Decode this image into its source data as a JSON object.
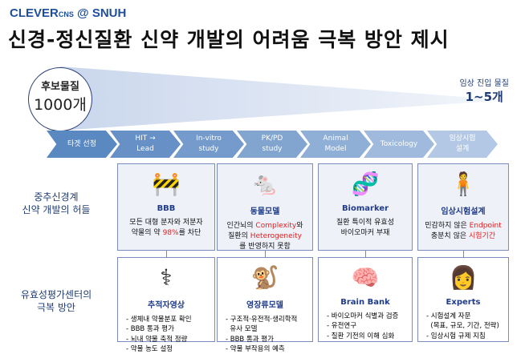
{
  "logo": {
    "brand": "CLEVER",
    "sub": "CNS",
    "rest": " @ SNUH"
  },
  "title": "신경-정신질환 신약 개발의 어려움 극복 방안 제시",
  "funnel": {
    "start_label": "후보물질",
    "start_count": "1000개",
    "end_label": "임상 진입 물질",
    "end_count": "1~5개"
  },
  "stages": [
    {
      "l1": "타겟 선정",
      "l2": ""
    },
    {
      "l1": "HIT →",
      "l2": "Lead"
    },
    {
      "l1": "In-vitro",
      "l2": "study"
    },
    {
      "l1": "PK/PD",
      "l2": "study"
    },
    {
      "l1": "Animal",
      "l2": "Model"
    },
    {
      "l1": "Toxicology",
      "l2": ""
    },
    {
      "l1": "임상시험",
      "l2": "설계"
    }
  ],
  "stage_colors": [
    "#5a88c0",
    "#6791c6",
    "#749bcb",
    "#82a5d0",
    "#90afd6",
    "#9fbadc",
    "#b2c8e4"
  ],
  "rows": {
    "hurdles": {
      "l1": "중추신경계",
      "l2": "신약 개발의 허들"
    },
    "solutions": {
      "l1": "유효성평가센터의",
      "l2": "극복 방안"
    }
  },
  "hurdles": [
    {
      "icon": "barrier-icon",
      "head": "BBB",
      "d1": "모든 대형 분자와 저분자",
      "d2a": "약물의 약 ",
      "d2r": "98%",
      "d2b": "를 차단",
      "d3a": "",
      "d3r": "",
      "d3b": ""
    },
    {
      "icon": "mouse-syringe-icon",
      "head": "동물모델",
      "d1a": "인간뇌의 ",
      "d1r": "Complexity",
      "d1b": "와",
      "d2a": "질환의 ",
      "d2r": "Heterogeneity",
      "d2b": "",
      "d3b": "를 반영하지 못함"
    },
    {
      "icon": "dna-icon",
      "head": "Biomarker",
      "d1": "질환 특이적 유효성",
      "d2b": "바이오마커 부재"
    },
    {
      "icon": "clinical-trial-icon",
      "head": "임상시험설계",
      "d1a": "민감하지 않은 ",
      "d1r": "Endpoint",
      "d2a": "충분치 않은 ",
      "d2r": "시험기간"
    }
  ],
  "solutions": [
    {
      "icon": "pet-scanner-icon",
      "head": "추적자영상",
      "items": [
        "- 생체내 약물분포 확인",
        "- BBB 통과 평가",
        "- 뇌내 약물 축적 정량",
        "- 약물 농도 설정"
      ]
    },
    {
      "icon": "monkey-icon",
      "head": "영장류모델",
      "items": [
        "- 구조적·유전적·생리학적",
        "  유사 모델",
        "- BBB 통과 평가",
        "- 약물 부작용의 예측"
      ]
    },
    {
      "icon": "brain-icon",
      "head": "Brain Bank",
      "items": [
        "- 바이오마커 식별과 검증",
        "- 유전연구",
        "- 질환 기전의 이해 심화"
      ]
    },
    {
      "icon": "experts-icon",
      "head": "Experts",
      "items": [
        "- 시험설계 자문",
        "  (목표, 규모, 기간, 전략)",
        "- 임상시험 규제 지침"
      ]
    }
  ]
}
